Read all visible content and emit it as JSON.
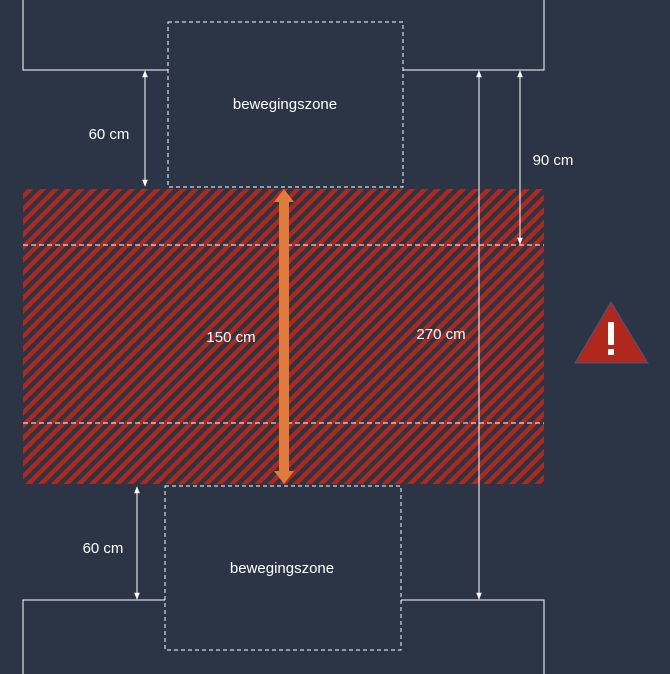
{
  "labels": {
    "zone_top": "bewegingszone",
    "zone_bottom": "bewegingszone",
    "dist_top": "60 cm",
    "dist_bottom": "60 cm",
    "dist_90": "90 cm",
    "dist_270": "270 cm",
    "dist_150": "150 cm"
  },
  "warning_icon": {
    "symbol": "!",
    "name": "warning-icon"
  },
  "colors": {
    "background": "#2b3545",
    "hatch": "#b0281c",
    "arrow_orange": "#e07b3c",
    "warning": "#b0281c",
    "lines": "#ffffff"
  }
}
